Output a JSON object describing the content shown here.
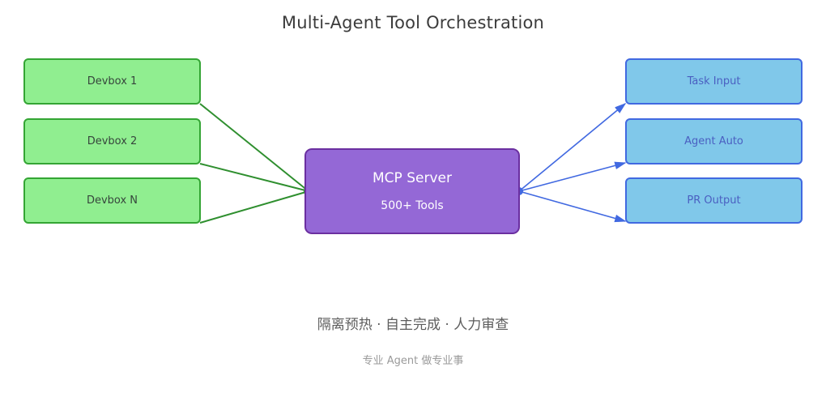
{
  "page": {
    "title": "Multi-Agent Tool Orchestration",
    "background_color": "#ffffff"
  },
  "diagram": {
    "type": "flow-diagram",
    "sources": [
      {
        "id": "devbox-1",
        "label": "Devbox 1"
      },
      {
        "id": "devbox-2",
        "label": "Devbox 2"
      },
      {
        "id": "devbox-n",
        "label": "Devbox N"
      }
    ],
    "hub": {
      "id": "mcp-server",
      "title": "MCP Server",
      "subtitle": "500+ Tools"
    },
    "targets": [
      {
        "id": "task-input",
        "label": "Task Input"
      },
      {
        "id": "agent-auto",
        "label": "Agent Auto"
      },
      {
        "id": "pr-output",
        "label": "PR Output"
      }
    ],
    "colors": {
      "source_fill": "#90ee90",
      "source_border": "#34a534",
      "source_text": "#36453c",
      "hub_fill": "#9468d6",
      "hub_border": "#6b2fa0",
      "hub_text": "#ffffff",
      "target_fill": "#80c8ea",
      "target_border": "#4169e1",
      "target_text": "#4a5fc1",
      "edge_in": "#2f8f2f",
      "edge_out": "#4169e1",
      "title_text": "#3c3c3c"
    },
    "edges_in_count": 3,
    "edges_out_count": 3
  },
  "captions": {
    "main": "隔离预热 · 自主完成 · 人力审查",
    "sub": "专业 Agent 做专业事"
  }
}
